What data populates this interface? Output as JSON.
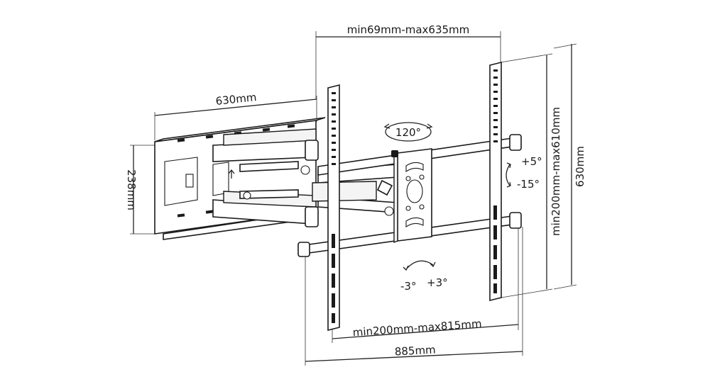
{
  "diagram": {
    "labels": {
      "arm_range": "min69mm-max635mm",
      "depth": "630mm",
      "wall_plate_height": "238mm",
      "vertical_spacing": "min200mm-max610mm",
      "total_height": "630mm",
      "horizontal_spacing": "min200mm-max815mm",
      "total_width": "885mm",
      "swivel": "120°",
      "tilt_up": "+5°",
      "tilt_down": "-15°",
      "roll_neg": "-3°",
      "roll_pos": "+3°"
    }
  }
}
